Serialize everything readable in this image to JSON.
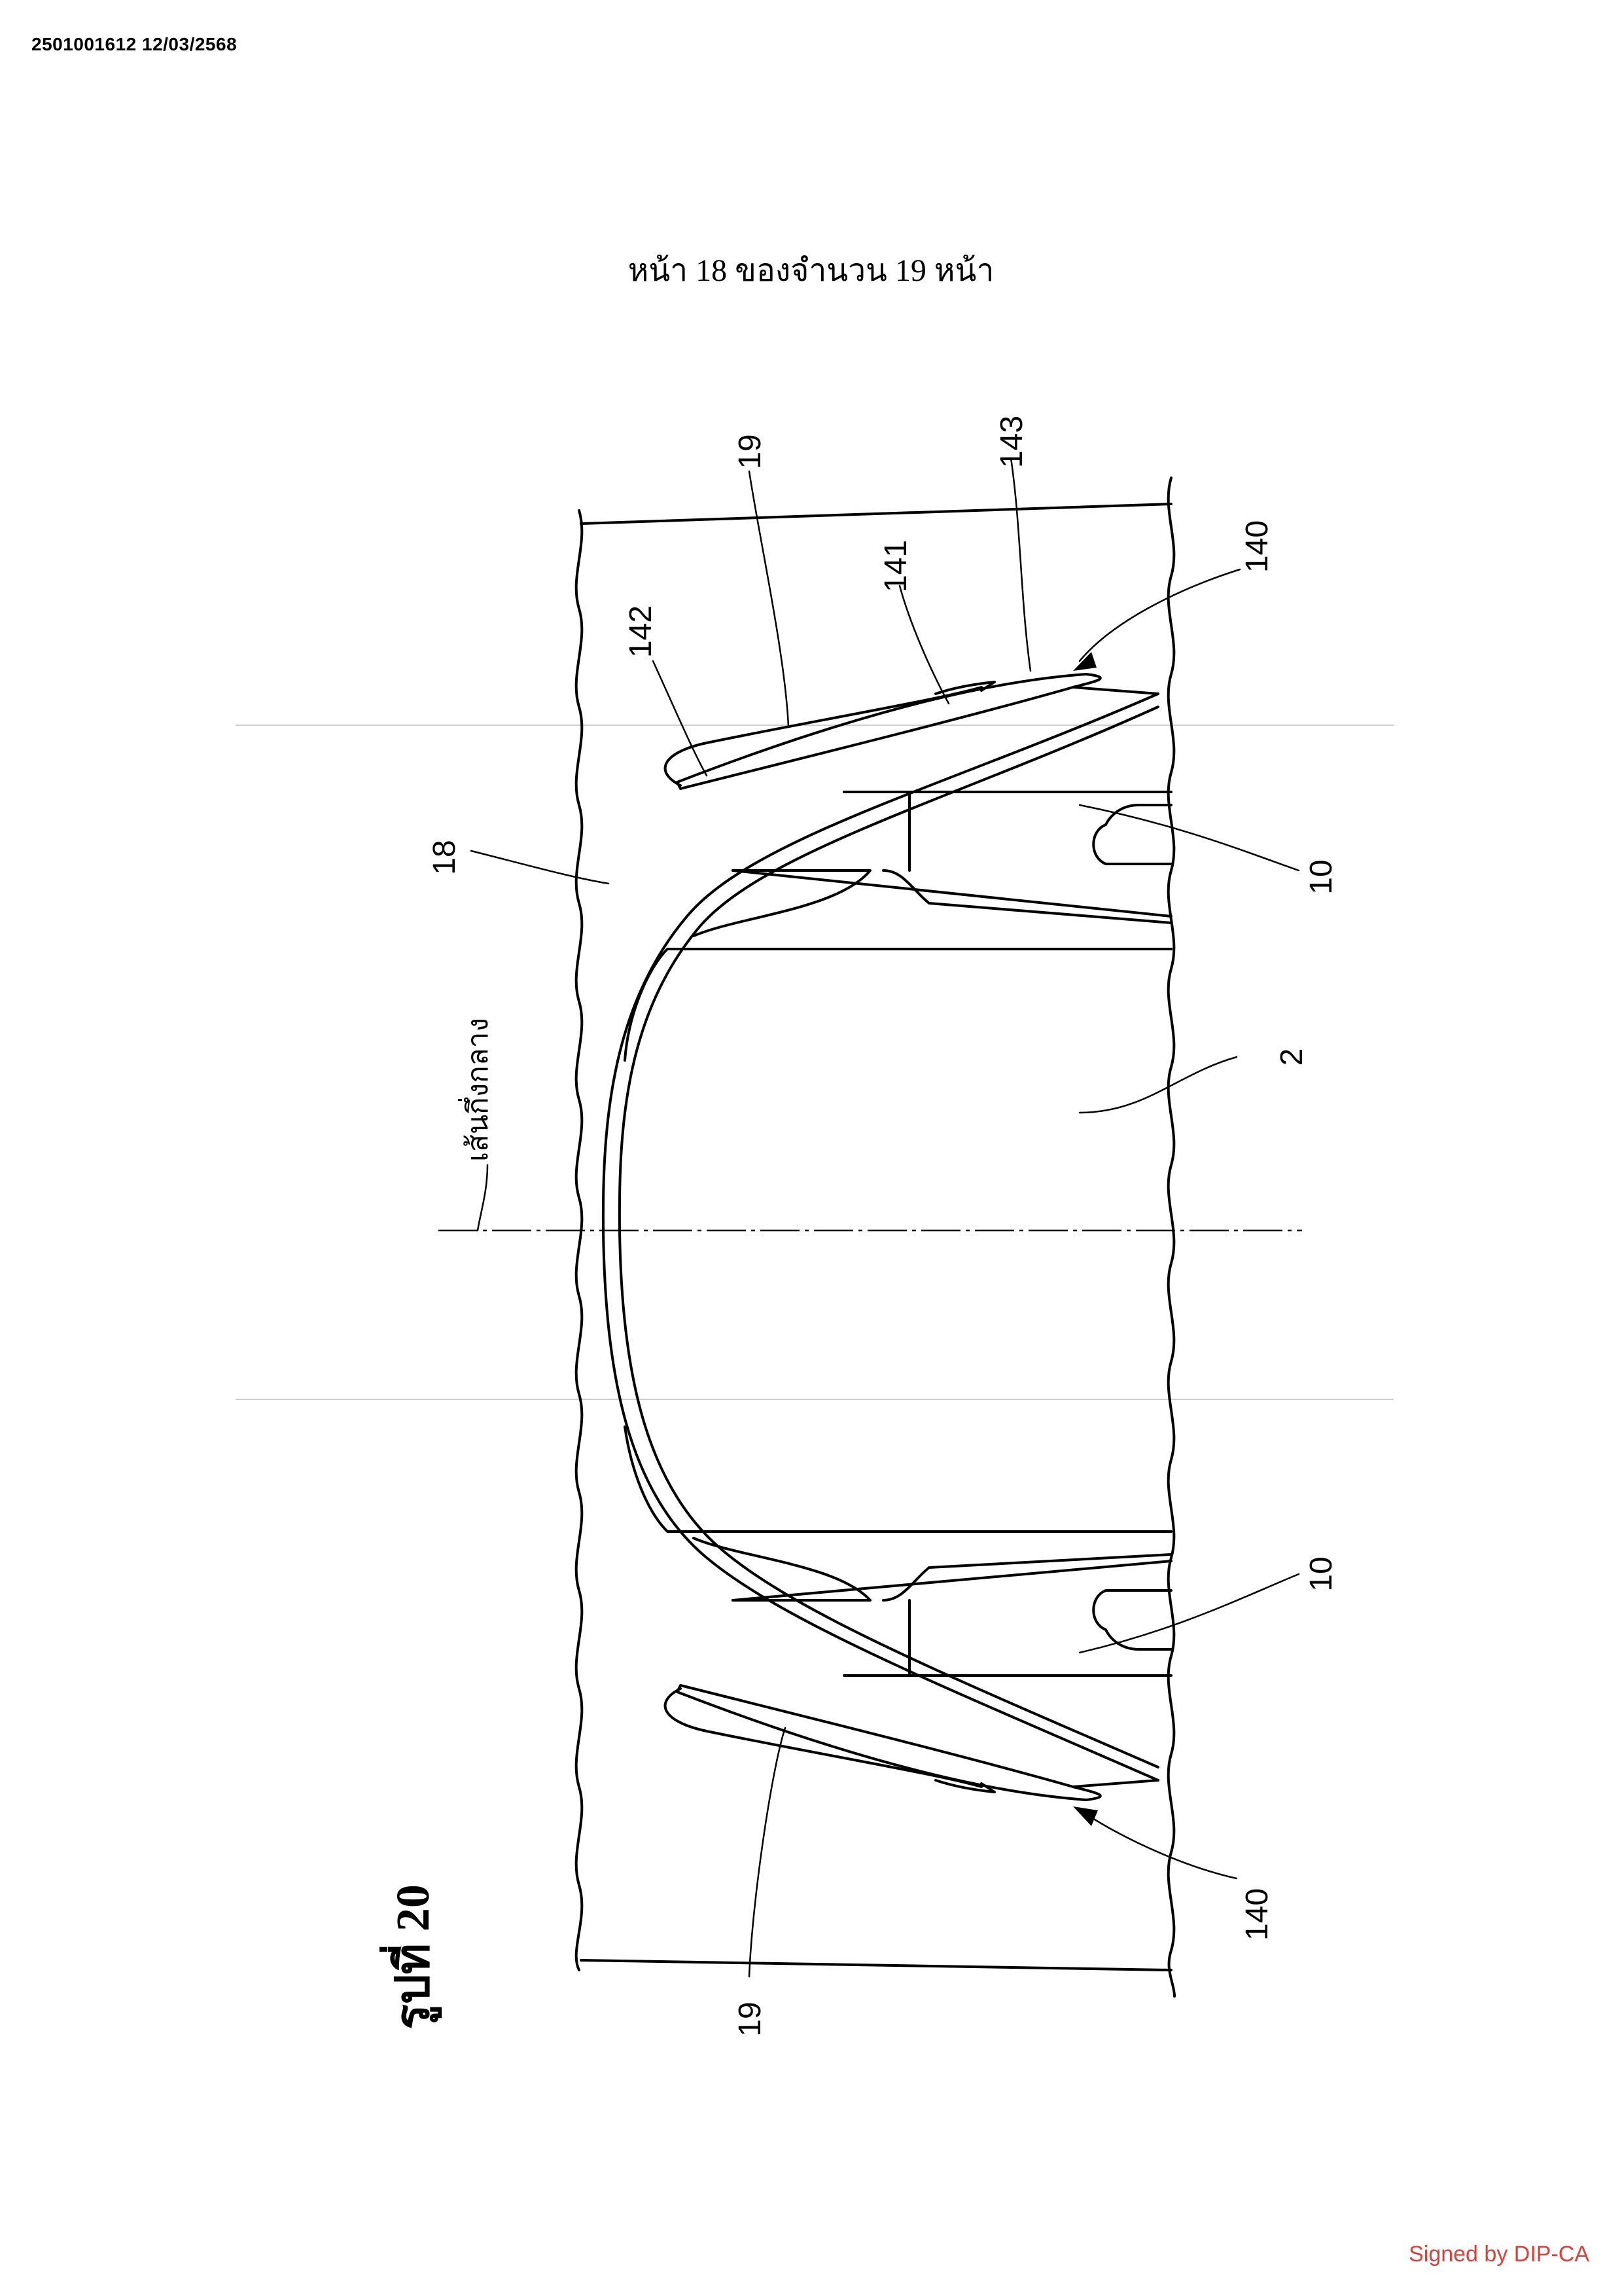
{
  "header": {
    "document_id": "2501001612 12/03/2568",
    "page_number": "หน้า 18 ของจำนวน 19 หน้า"
  },
  "figure": {
    "title": "รูปที่ 20",
    "centerline_label": "เส้นกึ่งกลาง",
    "labels": {
      "l19_top": "19",
      "l143": "143",
      "l140_top": "140",
      "l141": "141",
      "l142": "142",
      "l18": "18",
      "l10_top": "10",
      "l2": "2",
      "l10_bottom": "10",
      "l140_bottom": "140",
      "l19_bottom": "19"
    }
  },
  "footer": {
    "signature": "Signed by DIP-CA"
  }
}
